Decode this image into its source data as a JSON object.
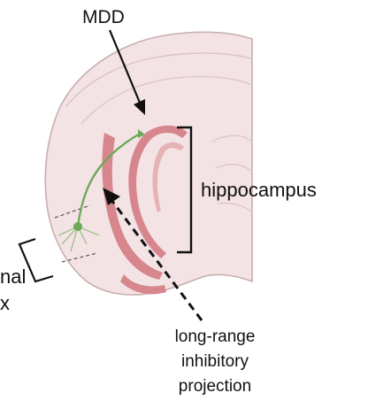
{
  "figure": {
    "labels": {
      "mdd": "MDD",
      "hippocampus": "hippocampus",
      "entorhinal_line1": "nal",
      "entorhinal_line2": "x",
      "projection_line1": "long-range",
      "projection_line2": "inhibitory",
      "projection_line3": "projection"
    },
    "colors": {
      "brain_fill": "#f3e3e4",
      "brain_outline": "#c9aeb0",
      "cortex_band": "#d6868c",
      "neuron": "#6fa85a",
      "line": "#111111"
    }
  }
}
